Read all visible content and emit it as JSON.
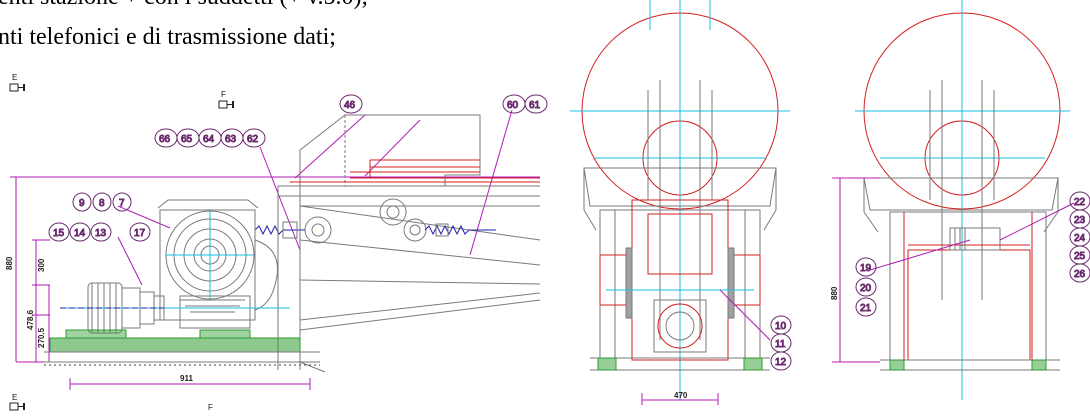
{
  "text": {
    "line_top": "enti stazione + con i suddetti (+ v.5.0);",
    "line_second": "nti telefonici e di trasmissione dati;"
  },
  "colors": {
    "outline": "#7a7a7a",
    "red": "#d41f1f",
    "cyan": "#16bfe0",
    "magenta": "#b01ab4",
    "green": "#2f9b2f",
    "blue": "#2222aa",
    "bubble": "#6a2b6e"
  },
  "section_marks": {
    "e_top": "E",
    "f_top": "F",
    "e_bottom": "E",
    "f_bottom": "F"
  },
  "bubbles": {
    "b46": "46",
    "b60": "60",
    "b61": "61",
    "b66": "66",
    "b65": "65",
    "b64": "64",
    "b63": "63",
    "b62": "62",
    "b9": "9",
    "b8": "8",
    "b7": "7",
    "b15": "15",
    "b14": "14",
    "b13": "13",
    "b17": "17",
    "b10": "10",
    "b11": "11",
    "b12": "12",
    "b19": "19",
    "b20": "20",
    "b21": "21",
    "b22": "22",
    "b23": "23",
    "b24": "24",
    "b25": "25",
    "b26": "26"
  },
  "dimensions": {
    "height_main": "880",
    "height_mid": "478.6",
    "height_300": "300",
    "height_low": "270.5",
    "width_base": "911",
    "width_center": "470",
    "height_right": "880"
  }
}
